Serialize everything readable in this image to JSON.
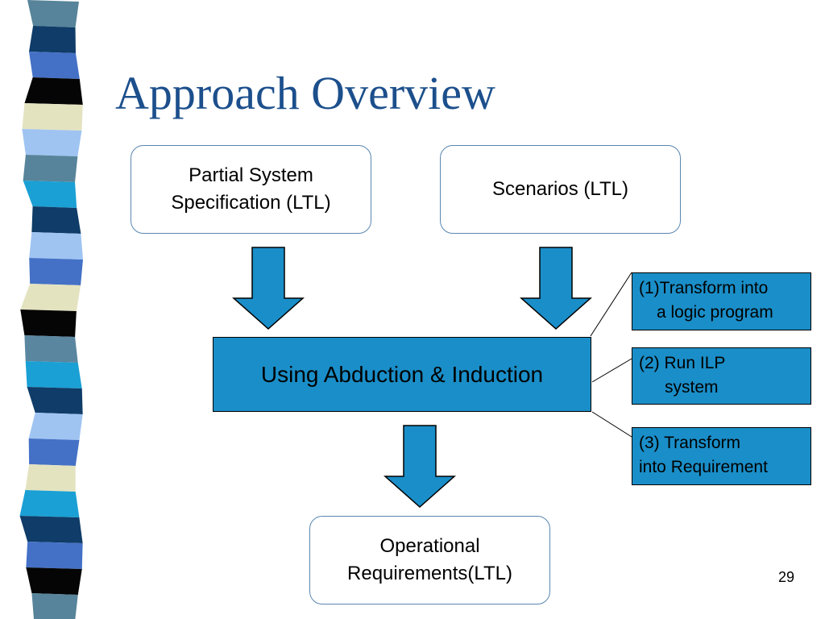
{
  "slide": {
    "title": "Approach Overview",
    "page_number": "29"
  },
  "diagram": {
    "inputs": [
      {
        "lines": [
          "Partial System",
          "Specification (LTL)"
        ]
      },
      {
        "lines": [
          "Scenarios (LTL)"
        ]
      }
    ],
    "process": "Using Abduction & Induction",
    "steps": [
      {
        "lines": [
          "(1)Transform into",
          "a logic program"
        ]
      },
      {
        "lines": [
          "(2) Run ILP",
          "system"
        ]
      },
      {
        "lines": [
          "(3) Transform",
          "into Requirement"
        ]
      }
    ],
    "output": {
      "lines": [
        "Operational",
        "Requirements(LTL)"
      ]
    }
  },
  "colors": {
    "title": "#1c4f8c",
    "process_fill": "#1a8ec8",
    "box_border": "#5a86b0",
    "stripe": [
      "#57849a",
      "#0f3c68",
      "#4471c6",
      "#050505",
      "#e4e3c0",
      "#1aa0d4",
      "#9fc4f2",
      "#5a86a0"
    ]
  }
}
